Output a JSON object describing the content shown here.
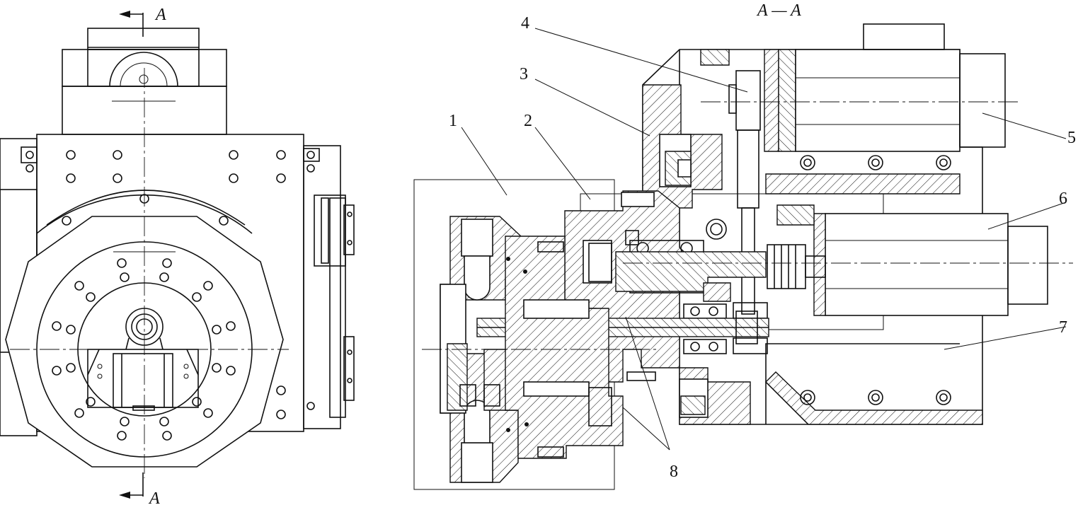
{
  "section_marks": {
    "top": "A",
    "bottom": "A",
    "section_title": "A — A"
  },
  "callouts": [
    {
      "id": "c1",
      "label": "1"
    },
    {
      "id": "c2",
      "label": "2"
    },
    {
      "id": "c3",
      "label": "3"
    },
    {
      "id": "c4",
      "label": "4"
    },
    {
      "id": "c5",
      "label": "5"
    },
    {
      "id": "c6",
      "label": "6"
    },
    {
      "id": "c7",
      "label": "7"
    },
    {
      "id": "c8",
      "label": "8"
    }
  ],
  "colors": {
    "line": "#111111",
    "background": "#ffffff"
  }
}
